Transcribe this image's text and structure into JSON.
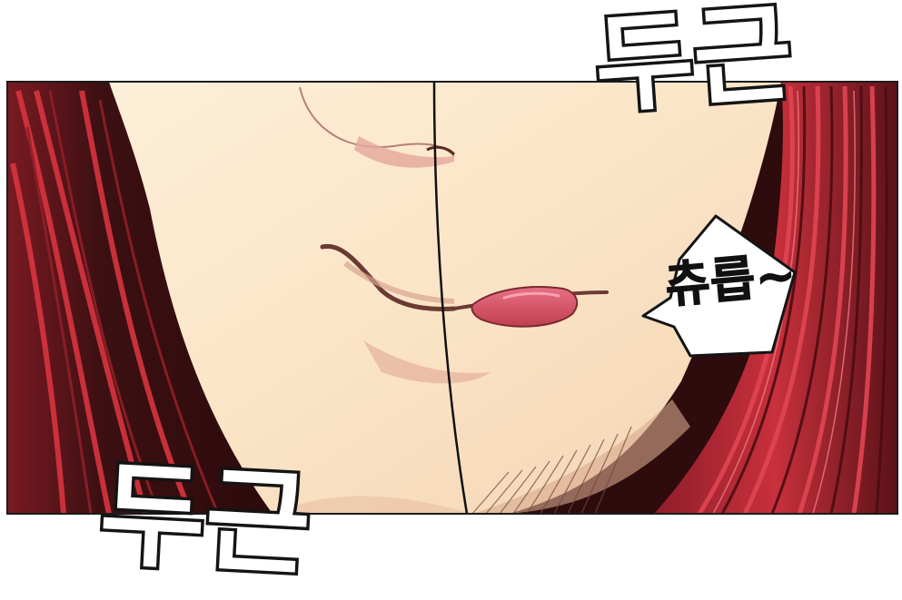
{
  "panel": {
    "description_free": true
  },
  "sound_effects": {
    "top": "두근",
    "bottom": "두근"
  },
  "speech_bubble": {
    "text": "츄릅~"
  },
  "colors": {
    "skin_light": "#FBE6CC",
    "skin_shadow": "#E9BFA5",
    "hair_dark": "#3B0F10",
    "hair_red": "#C62A34",
    "lip": "#D9566A",
    "panel_border": "#1B1B1B"
  }
}
